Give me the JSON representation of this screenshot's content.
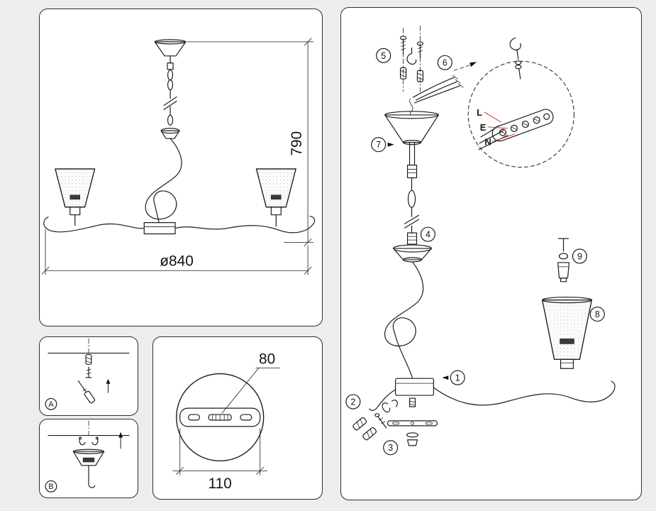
{
  "colors": {
    "page_bg": "#ededed",
    "panel_bg": "#ffffff",
    "panel_border": "#2e2e2e",
    "line": "#1c1c1c",
    "wiring_leader_red": "#cc2222"
  },
  "overview_panel": {
    "height_dim": "790",
    "diameter_dim": "ø840"
  },
  "step_panels": {
    "step_a_label": "A",
    "step_b_label": "B"
  },
  "plate_panel": {
    "slot_dim": "80",
    "plate_width_dim": "110"
  },
  "assembly_panel": {
    "callouts": {
      "c1": "1",
      "c2": "2",
      "c3": "3",
      "c4": "4",
      "c5": "5",
      "c6": "6",
      "c7": "7",
      "c8": "8",
      "c9": "9"
    },
    "wiring": {
      "live": "L",
      "earth": "E",
      "neutral": "N"
    }
  }
}
